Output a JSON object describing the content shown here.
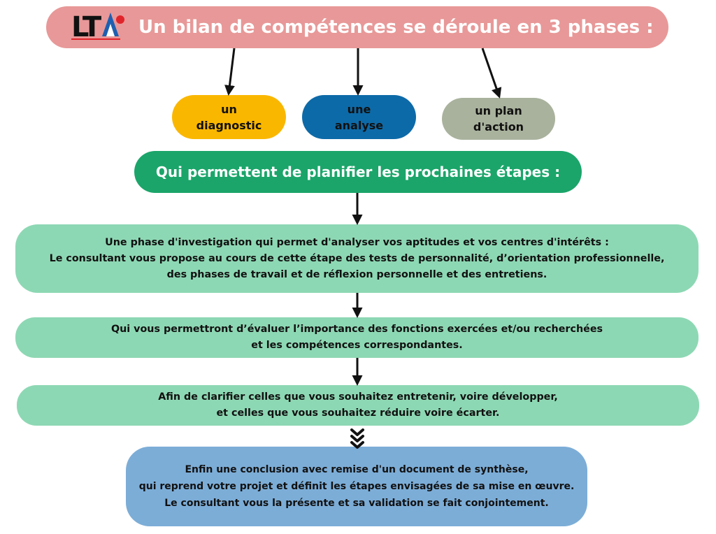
{
  "title": "Un bilan de compétences se déroule en 3 phases :",
  "logo": {
    "text": "LTA",
    "icon": "lta-logo",
    "colors": {
      "letters": "#111111",
      "triangle": "#1f5fb0",
      "dot": "#e0242b"
    }
  },
  "phases": [
    {
      "label": "un\ndiagnostic",
      "color": "#fab700"
    },
    {
      "label": "une\nanalyse",
      "color": "#0d6aa8"
    },
    {
      "label": "un plan\nd'action",
      "color": "#a9b29d"
    }
  ],
  "subtitle": "Qui permettent de planifier les prochaines étapes :",
  "steps": [
    {
      "text": "Une phase d'investigation qui permet d'analyser vos aptitudes et vos centres d'intérêts :\nLe consultant vous propose au cours de cette étape des tests de personnalité, d’orientation professionnelle,\ndes phases de travail et de réflexion personnelle et des entretiens."
    },
    {
      "text": "Qui vous permettront d’évaluer l’importance des fonctions exercées et/ou recherchées\net les compétences correspondantes."
    },
    {
      "text": "Afin de clarifier celles que vous souhaitez entretenir, voire développer,\net celles que vous souhaitez réduire voire écarter."
    },
    {
      "text": "Enfin une conclusion avec remise d'un document de synthèse,\nqui reprend votre projet et définit les étapes envisagées de sa mise en œuvre.\nLe consultant vous la présente et sa validation se fait conjointement."
    }
  ],
  "colors": {
    "title_bar": "#e89898",
    "subtitle_bar": "#1ba56a",
    "step_boxes": "#8dd8b4",
    "conclusion_box": "#7cadd7",
    "arrows": "#111111"
  }
}
